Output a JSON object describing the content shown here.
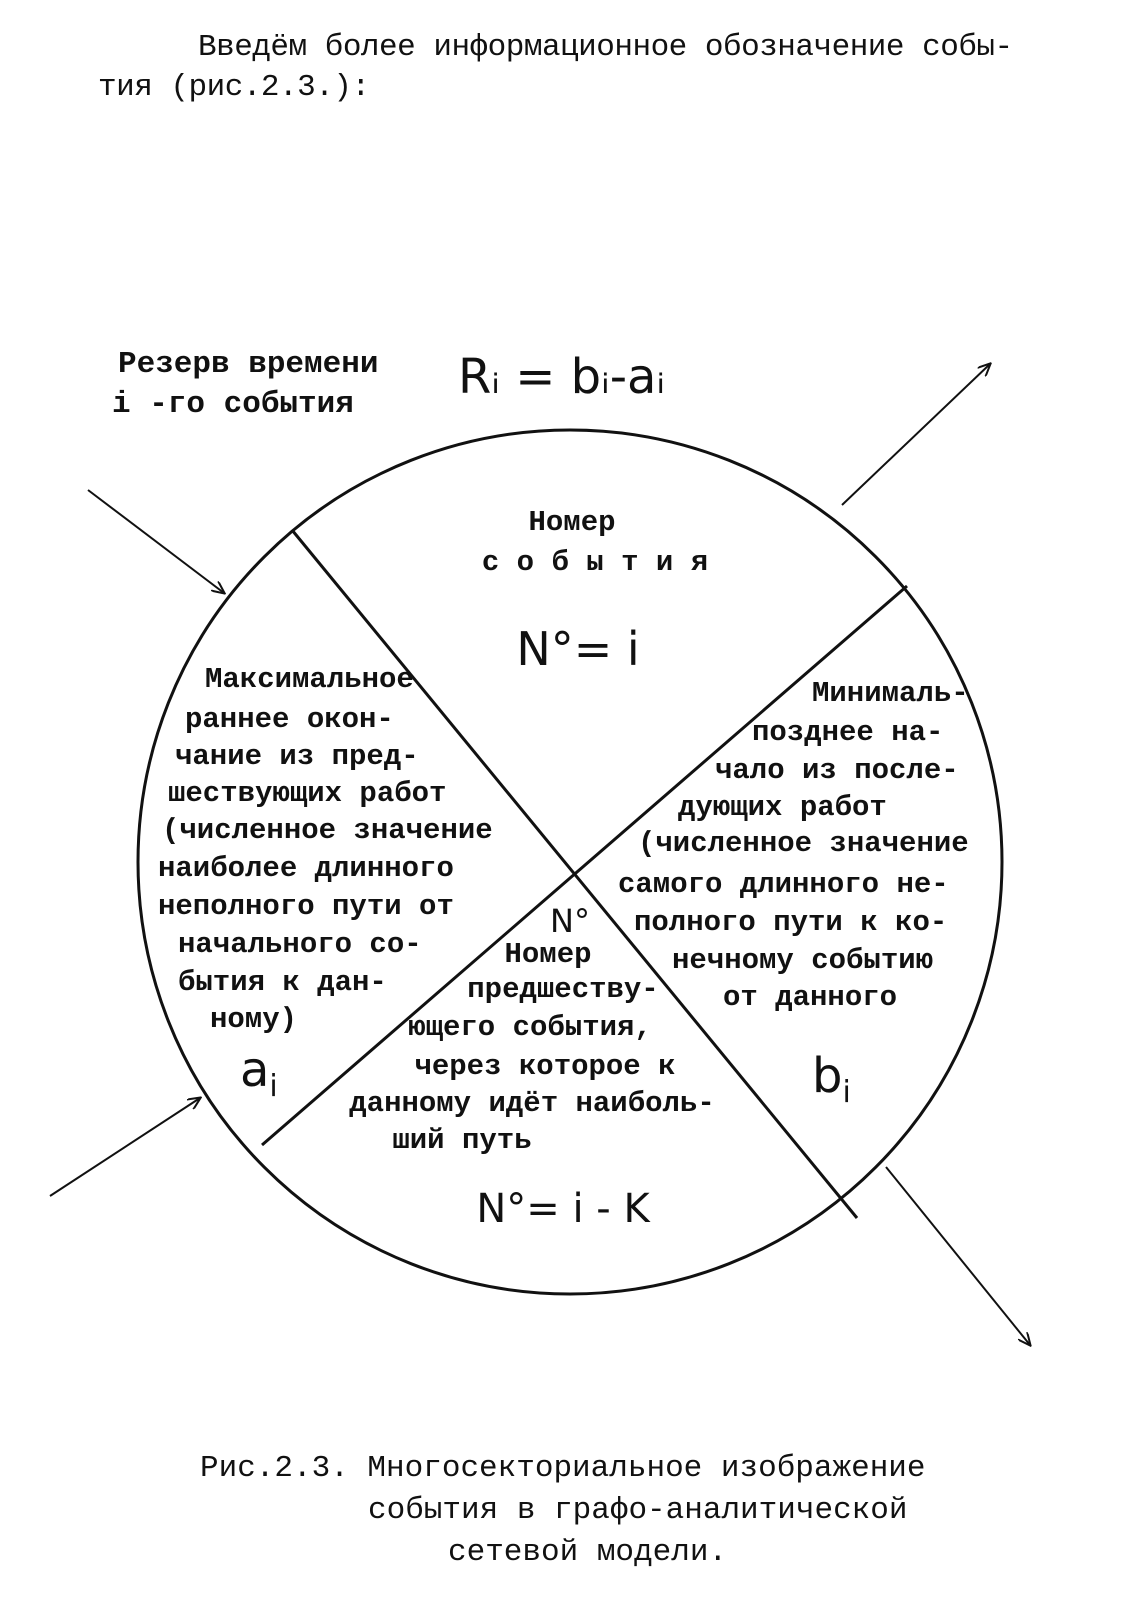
{
  "intro": {
    "line1": "Введём более информационное обозначение собы-",
    "line2": "тия (рис.2.3.):"
  },
  "reserve": {
    "label_line1": "Резерв времени",
    "label_line2": "i -го события",
    "formula": "Rᵢ = bᵢ-aᵢ"
  },
  "sectors": {
    "top": {
      "line1": "Номер",
      "line2": "с о б ы т и я",
      "formula": "N°= i"
    },
    "left": {
      "lines": [
        "Максимальное",
        "раннее окон-",
        "чание из пред-",
        "шествующих работ",
        "(численное значение",
        "наиболее длинного",
        "неполного пути от",
        "начального со-",
        "бытия к дан-",
        "ному)"
      ],
      "symbol": "a",
      "subscript": "i"
    },
    "right": {
      "lines": [
        "Минималь-",
        "позднее на-",
        "чало из после-",
        "дующих работ",
        "(численное значение",
        "самого длинного не-",
        "полного пути к ко-",
        "нечному событию",
        "от данного"
      ],
      "symbol": "b",
      "subscript": "i"
    },
    "bottom": {
      "mark": "N°",
      "lines": [
        "Номер",
        "предшеству-",
        "ющего события,",
        "через которое   к",
        "данному идёт наиболь-",
        "ший путь"
      ],
      "formula": "N°= i - K"
    }
  },
  "caption": {
    "line1": "Рис.2.3. Многосекториальное изображение",
    "line2": "события в графо-аналитической",
    "line3": "сетевой   модели."
  }
}
